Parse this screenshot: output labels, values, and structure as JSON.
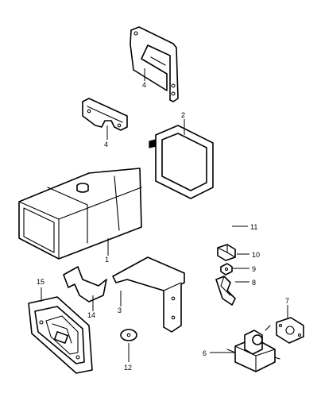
{
  "callouts": {
    "c1": "1",
    "c2": "2",
    "c3": "3",
    "c4a": "4",
    "c4b": "4",
    "c6": "6",
    "c7": "7",
    "c8": "8",
    "c9": "9",
    "c10": "10",
    "c11": "11",
    "c12": "12",
    "c14": "14",
    "c15": "15"
  }
}
